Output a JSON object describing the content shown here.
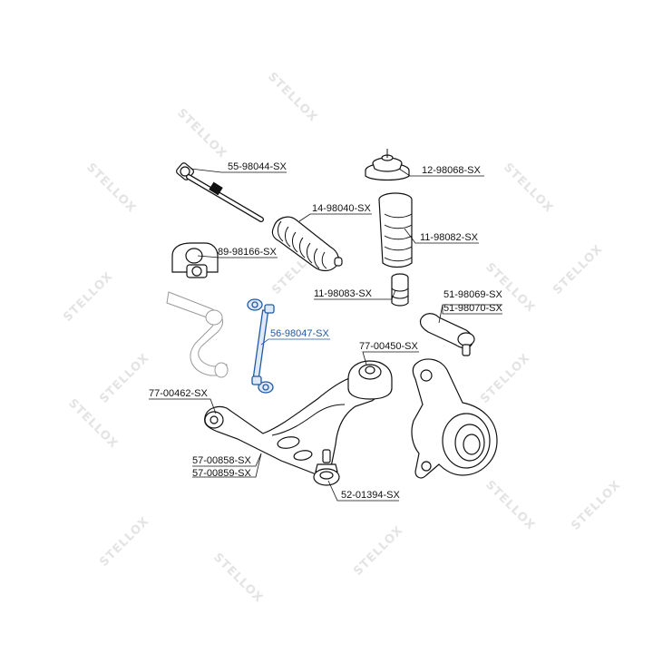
{
  "watermark": {
    "text": "STELLOX"
  },
  "parts": {
    "upper_strut_mount": "12-98068-SX",
    "tie_rod": "55-98044-SX",
    "steering_boot": "14-98040-SX",
    "dust_boot": "11-98082-SX",
    "stabilizer_bushing": "89-98166-SX",
    "bump_stop": "11-98083-SX",
    "tie_rod_end_left": "51-98069-SX",
    "tie_rod_end_right": "51-98070-SX",
    "stabilizer_link": "56-98047-SX",
    "arm_rear_bushing": "77-00450-SX",
    "arm_front_bushing": "77-00462-SX",
    "control_arm_left": "57-00858-SX",
    "control_arm_right": "57-00859-SX",
    "ball_joint": "52-01394-SX"
  },
  "colors": {
    "highlight": "#1f5aa6",
    "line": "#111111",
    "watermark": "#e4e4e4"
  }
}
